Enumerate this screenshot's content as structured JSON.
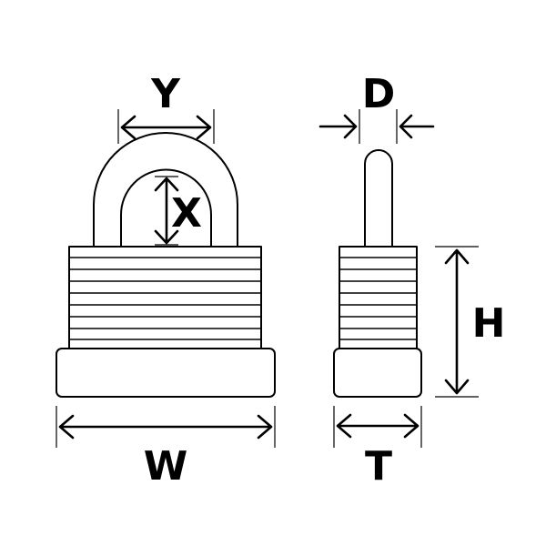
{
  "labels": {
    "width": "W",
    "shackle_inner_width": "Y",
    "shackle_clearance": "X",
    "shackle_diameter": "D",
    "body_height": "H",
    "thickness": "T"
  },
  "colors": {
    "line": "#000000",
    "background": "#ffffff"
  }
}
